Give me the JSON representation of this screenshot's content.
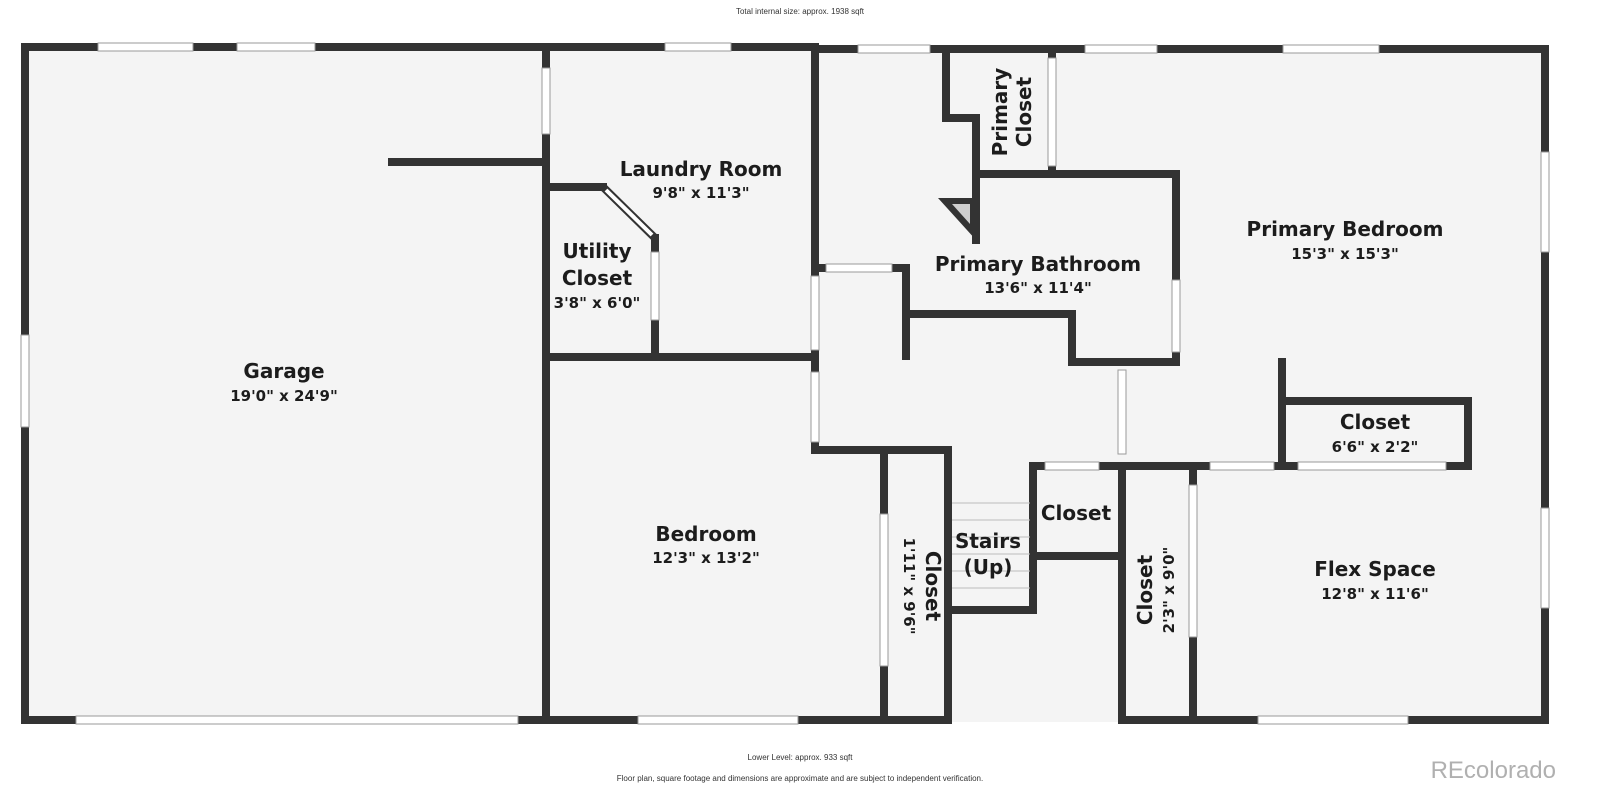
{
  "header": {
    "total_size": "Total internal size: approx. 1938 sqft"
  },
  "rooms": {
    "garage": {
      "name": "Garage",
      "dims": "19'0\" x 24'9\""
    },
    "laundry": {
      "name": "Laundry Room",
      "dims": "9'8\" x 11'3\""
    },
    "utility": {
      "name_line1": "Utility",
      "name_line2": "Closet",
      "dims": "3'8\" x 6'0\""
    },
    "bedroom": {
      "name": "Bedroom",
      "dims": "12'3\" x 13'2\""
    },
    "bedroom_closet": {
      "name": "Closet",
      "dims": "1'11\" x 9'6\""
    },
    "primary_closet": {
      "name_line1": "Primary",
      "name_line2": "Closet"
    },
    "primary_bathroom": {
      "name": "Primary Bathroom",
      "dims": "13'6\" x 11'4\""
    },
    "primary_bedroom": {
      "name": "Primary Bedroom",
      "dims": "15'3\" x 15'3\""
    },
    "closet_small": {
      "name": "Closet",
      "dims": "6'6\" x 2'2\""
    },
    "stairs": {
      "name_line1": "Stairs",
      "name_line2": "(Up)"
    },
    "hall_closet": {
      "name": "Closet"
    },
    "flex_closet": {
      "name": "Closet",
      "dims": "2'3\" x 9'0\""
    },
    "flex_space": {
      "name": "Flex Space",
      "dims": "12'8\" x 11'6\""
    }
  },
  "footer": {
    "level": "Lower Level: approx. 933 sqft",
    "disclaimer": "Floor plan, square footage and dimensions are approximate and are subject to independent verification.",
    "brand": "REcolorado"
  },
  "colors": {
    "wall": "#333333",
    "floor": "#f4f4f4",
    "window": "#ffffff",
    "text": "#1c1c1c",
    "brand": "#b0b0b0"
  }
}
